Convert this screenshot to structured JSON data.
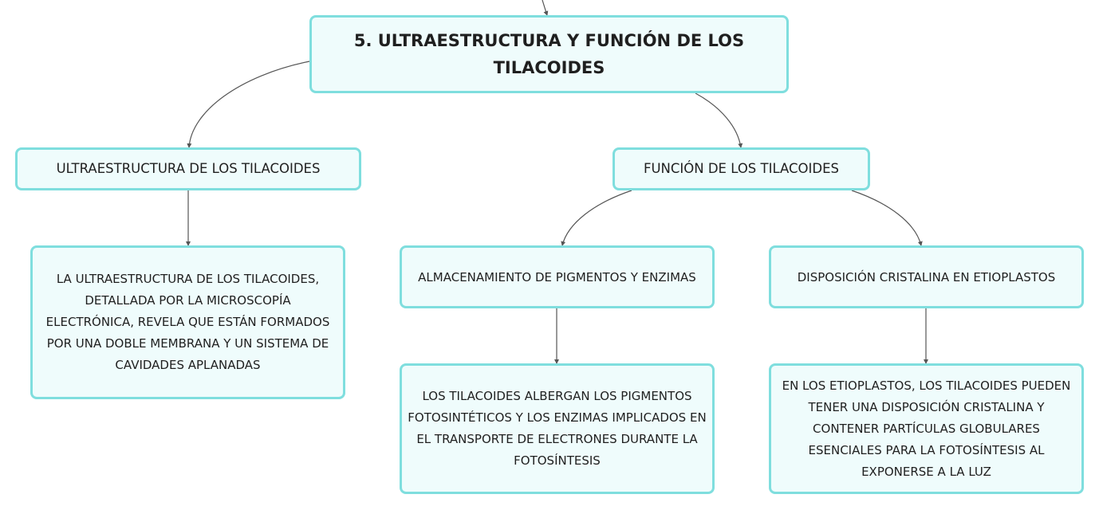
{
  "diagram": {
    "root": {
      "title": "5. ULTRAESTRUCTURA Y FUNCIÓN DE LOS TILACOIDES"
    },
    "branches": {
      "ultraestructura": {
        "label": "ULTRAESTRUCTURA DE LOS TILACOIDES",
        "description": "LA ULTRAESTRUCTURA DE LOS TILACOIDES, DETALLADA POR LA MICROSCOPÍA ELECTRÓNICA, REVELA QUE ESTÁN FORMADOS POR UNA DOBLE MEMBRANA Y UN SISTEMA DE CAVIDADES APLANADAS"
      },
      "funcion": {
        "label": "FUNCIÓN DE LOS TILACOIDES",
        "almacenamiento": {
          "label": "ALMACENAMIENTO DE PIGMENTOS Y ENZIMAS",
          "description": "LOS TILACOIDES ALBERGAN LOS PIGMENTOS FOTOSINTÉTICOS Y LOS ENZIMAS IMPLICADOS EN EL TRANSPORTE DE ELECTRONES DURANTE LA FOTOSÍNTESIS"
        },
        "disposicion": {
          "label": "DISPOSICIÓN CRISTALINA EN ETIOPLASTOS",
          "description": "EN LOS ETIOPLASTOS, LOS TILACOIDES PUEDEN TENER UNA DISPOSICIÓN CRISTALINA Y CONTENER PARTÍCULAS GLOBULARES ESENCIALES PARA LA FOTOSÍNTESIS AL EXPONERSE A LA LUZ"
        }
      }
    },
    "colors": {
      "node_fill": "#effcfc",
      "node_border": "#7fdede",
      "connector": "#555555",
      "text": "#1f1f1f"
    }
  }
}
